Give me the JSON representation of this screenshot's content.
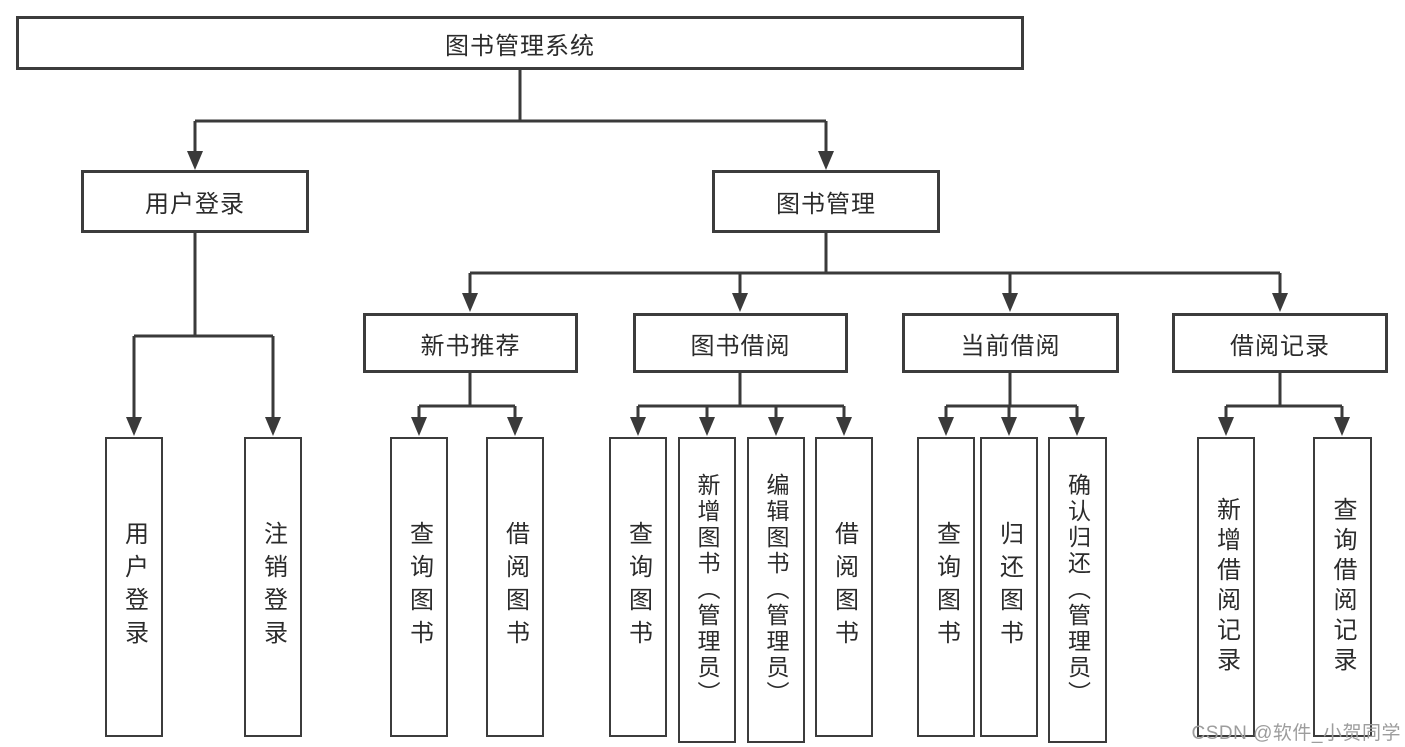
{
  "tree": {
    "label": "图书管理系统",
    "children": [
      {
        "label": "用户登录",
        "children": [
          {
            "label": "用户登录"
          },
          {
            "label": "注销登录"
          }
        ]
      },
      {
        "label": "图书管理",
        "children": [
          {
            "label": "新书推荐",
            "children": [
              {
                "label": "查询图书"
              },
              {
                "label": "借阅图书"
              }
            ]
          },
          {
            "label": "图书借阅",
            "children": [
              {
                "label": "查询图书"
              },
              {
                "label": "新增图书（管理员）"
              },
              {
                "label": "编辑图书（管理员）"
              },
              {
                "label": "借阅图书"
              }
            ]
          },
          {
            "label": "当前借阅",
            "children": [
              {
                "label": "查询图书"
              },
              {
                "label": "归还图书"
              },
              {
                "label": "确认归还（管理员）"
              }
            ]
          },
          {
            "label": "借阅记录",
            "children": [
              {
                "label": "新增借阅记录"
              },
              {
                "label": "查询借阅记录"
              }
            ]
          }
        ]
      }
    ]
  },
  "watermark": {
    "text": "CSDN @软件_小贺同学"
  },
  "colors": {
    "line": "#3a3a3a",
    "border": "#3c3c3c",
    "text": "#2b2b2b",
    "watermark_gray": "#9d9d9d",
    "background": "#ffffff"
  }
}
